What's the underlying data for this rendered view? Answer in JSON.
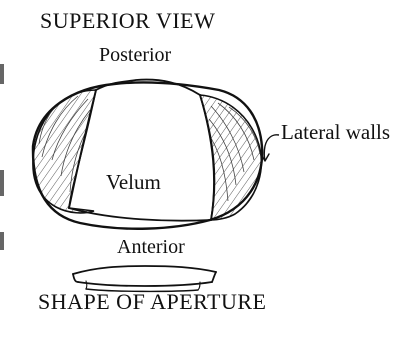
{
  "diagram": {
    "title": "SUPERIOR VIEW",
    "labels": {
      "posterior": "Posterior",
      "velum": "Velum",
      "lateral_walls": "Lateral walls",
      "anterior": "Anterior"
    },
    "aperture_title": "SHAPE OF APERTURE"
  }
}
